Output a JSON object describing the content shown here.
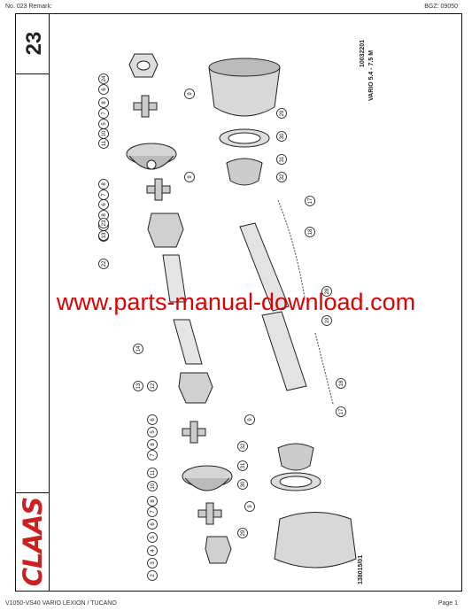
{
  "header": {
    "left": "No. 023   Remark:",
    "right": "BGZ: 09050"
  },
  "footer": {
    "left": "V1050-VS40 VARIO LEXION / TUCANO",
    "right": "Page 1"
  },
  "page_number": "23",
  "logo_text": "CLAAS",
  "drawing_code_top": "10032201",
  "model_text": "VARIO 5.4 - 7.5 M",
  "drawing_code_bottom": "138015/01",
  "watermark": "www.parts-manual-download.com",
  "callouts_left": [
    "24",
    "6",
    "9",
    "8",
    "7",
    "5",
    "10",
    "11",
    "8",
    "7",
    "6",
    "9",
    "8",
    "7",
    "5",
    "13",
    "23",
    "22",
    "14",
    "13",
    "12",
    "6",
    "9",
    "5",
    "8",
    "7",
    "11",
    "9",
    "10",
    "8",
    "7",
    "6",
    "5",
    "4",
    "3",
    "2"
  ],
  "callouts_right": [
    "29",
    "30",
    "31",
    "32",
    "17",
    "18",
    "28",
    "19",
    "18",
    "17",
    "32",
    "31",
    "30",
    "29"
  ]
}
